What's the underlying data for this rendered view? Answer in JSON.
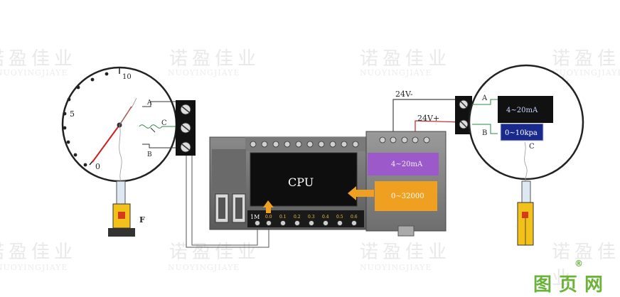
{
  "watermark": {
    "cn": "诺盈佳业",
    "en": "NUOYINGJIAYE"
  },
  "logo": {
    "chars": [
      "图",
      "页",
      "网"
    ],
    "reg": "®"
  },
  "gauge": {
    "scale": [
      "10",
      "5",
      "0"
    ],
    "contacts": [
      "A",
      "C",
      "B"
    ],
    "sensor_label": "F"
  },
  "transmitter": {
    "terminals": [
      "A",
      "B"
    ],
    "current_label": "4~20mA",
    "range_label": "0~10kpa",
    "c_label": "C"
  },
  "plc": {
    "cpu_label": "CPU",
    "module_current": "4~20mA",
    "module_digital": "0~32000",
    "common": "1M",
    "inputs": [
      "0.0",
      "0.1",
      "0.2",
      "0.3",
      "0.4",
      "0.5",
      "0.6"
    ]
  },
  "power": {
    "minus": "24V-",
    "plus": "24V+"
  },
  "colors": {
    "purple": "#9b59c9",
    "orange": "#f0a020",
    "navy": "#1a2a8c",
    "red_wire": "#cc2222",
    "green_wire": "#2a8a4a"
  }
}
